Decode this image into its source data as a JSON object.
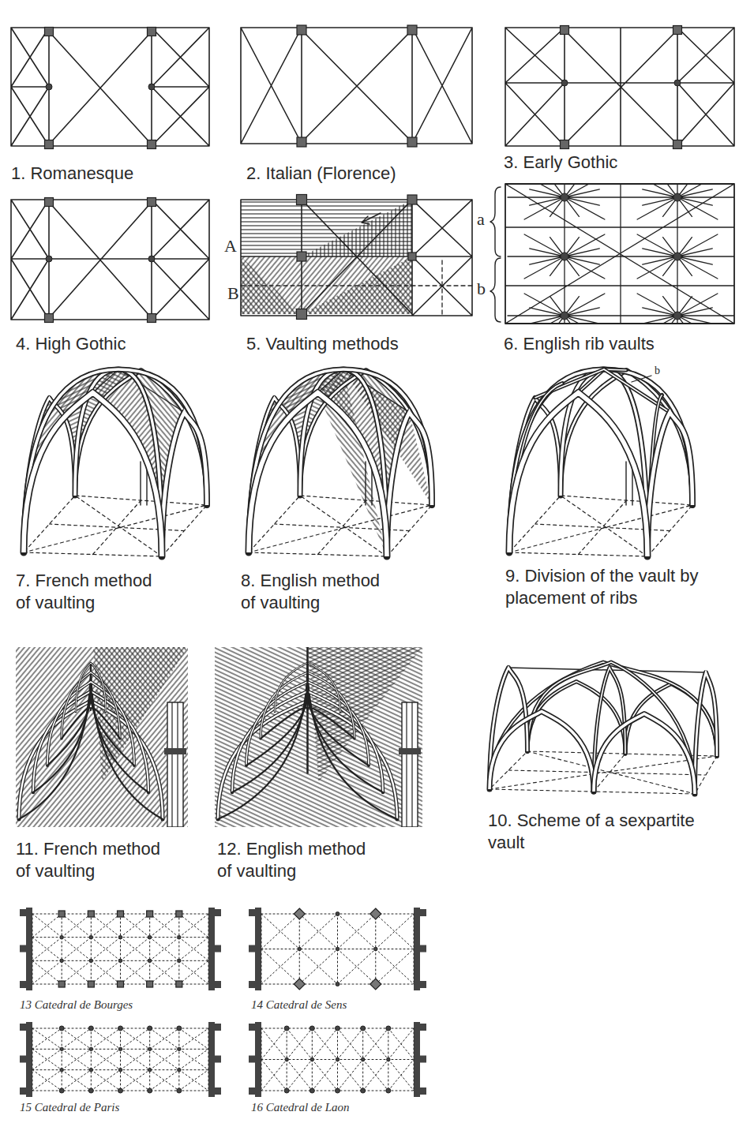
{
  "diagram": {
    "labels": [
      "1. Romanesque",
      "2. Italian (Florence)",
      "3. Early Gothic",
      "4. High Gothic",
      "5. Vaulting methods",
      "6. English rib vaults",
      "A",
      "B",
      "a",
      "b",
      "7. French method of vaulting",
      "8. English method of vaulting",
      "9. Division of the vault by placement of ribs",
      "b",
      "10. Scheme of a sexpartite vault",
      "11. French method of vaulting",
      "12. English method of vaulting",
      "13 Catedral de Bourges",
      "14 Catedral de Sens",
      "15 Catedral de Paris",
      "16 Catedral de Laon"
    ]
  }
}
